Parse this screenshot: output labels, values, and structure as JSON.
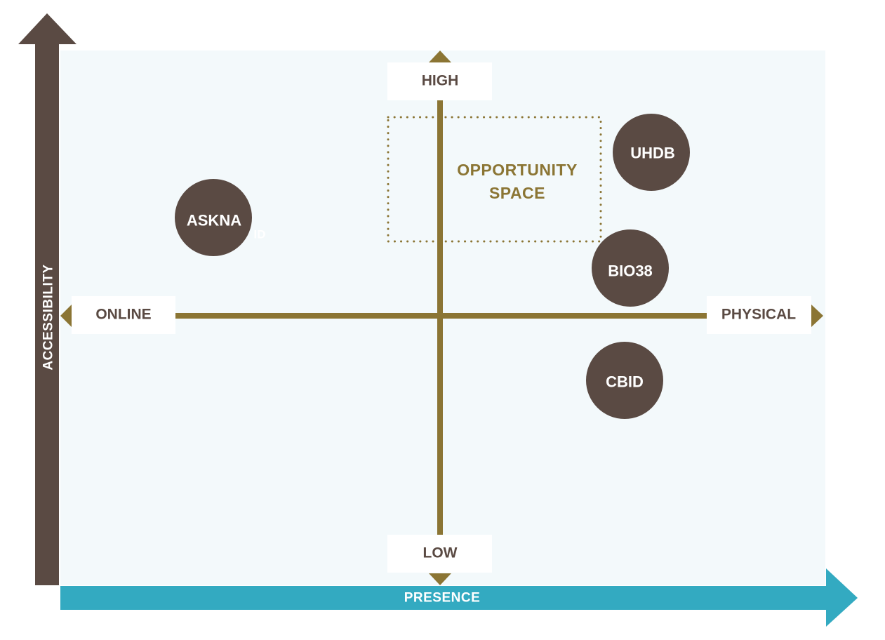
{
  "axes": {
    "vertical_title": "ACCESSIBILITY",
    "horizontal_title": "PRESENCE"
  },
  "quadrant_labels": {
    "top": "HIGH",
    "bottom": "LOW",
    "left": "ONLINE",
    "right": "PHYSICAL"
  },
  "opportunity": {
    "line1": "OPPORTUNITY",
    "line2": "SPACE"
  },
  "bubbles": [
    {
      "key": "askna",
      "label": "ASKNA"
    },
    {
      "key": "uhdb",
      "label": "UHDB"
    },
    {
      "key": "bio38",
      "label": "BIO38"
    },
    {
      "key": "cbid",
      "label": "CBID"
    }
  ],
  "ghost_text": "ID",
  "colors": {
    "brown": "#5a4a43",
    "gold": "#8b7534",
    "teal": "#33aac1",
    "panel": "#f3f9fb",
    "label_bg": "#ffffff"
  }
}
